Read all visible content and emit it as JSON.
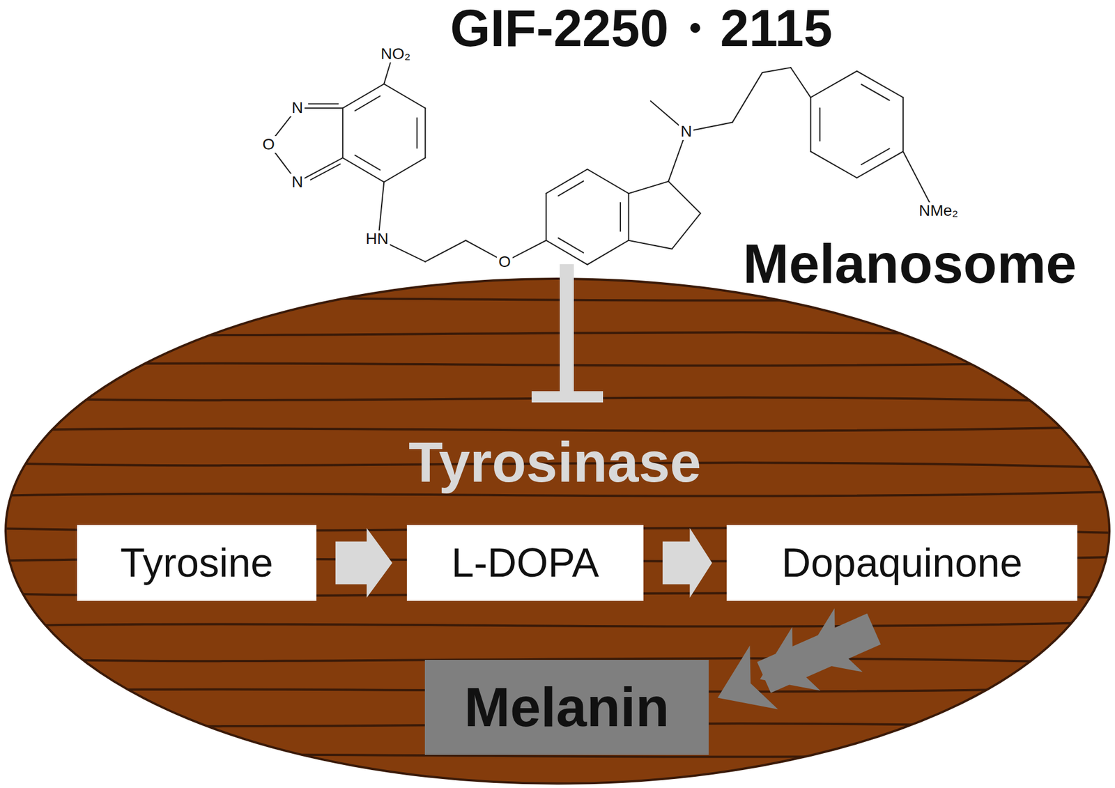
{
  "diagram": {
    "title": "GIF-2250・2115",
    "nodes": [
      {
        "text": [
          "Melanosome",
          "Tyrosinase"
        ]
      },
      {
        "text": [
          "Tyrosine"
        ],
        "in": 0
      },
      {
        "text": [
          "L-DOPA"
        ],
        "in": 0
      },
      {
        "text": [
          "Dopaquinone"
        ],
        "in": 0
      },
      {
        "text": [
          "Melanin"
        ],
        "in": 0
      }
    ],
    "edges": [
      {
        "from": 1,
        "to": 2,
        "arrow": "to"
      },
      {
        "from": 2,
        "to": 3,
        "arrow": "to"
      },
      {
        "from": 3,
        "to": 4,
        "arrow": "to"
      }
    ],
    "labels": [
      "NO₂",
      "N",
      "O",
      "N",
      "HN",
      "O",
      "N",
      "NMe₂"
    ]
  }
}
